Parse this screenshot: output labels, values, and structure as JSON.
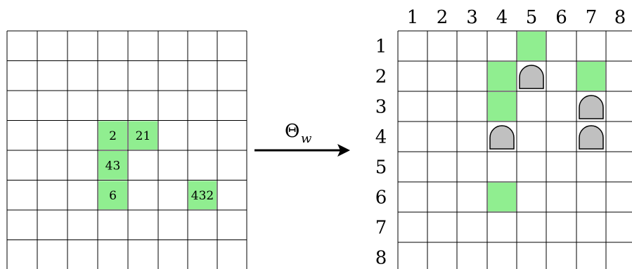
{
  "left_grid": {
    "rows": 8,
    "cols": 8,
    "highlight_color": "#90ee90",
    "cells": [
      {
        "row": 4,
        "col": 4,
        "text": "2"
      },
      {
        "row": 4,
        "col": 5,
        "text": "21"
      },
      {
        "row": 5,
        "col": 4,
        "text": "43"
      },
      {
        "row": 6,
        "col": 4,
        "text": "6"
      },
      {
        "row": 6,
        "col": 7,
        "text": "432"
      }
    ]
  },
  "operator": {
    "symbol": "Θ",
    "subscript": "w"
  },
  "right_grid": {
    "rows": 8,
    "cols": 8,
    "col_labels": [
      "1",
      "2",
      "3",
      "4",
      "5",
      "6",
      "7",
      "8"
    ],
    "row_labels": [
      "1",
      "2",
      "3",
      "4",
      "5",
      "6",
      "7",
      "8"
    ],
    "highlight_color": "#90ee90",
    "highlighted": [
      {
        "row": 1,
        "col": 5
      },
      {
        "row": 2,
        "col": 4
      },
      {
        "row": 2,
        "col": 7
      },
      {
        "row": 3,
        "col": 4
      },
      {
        "row": 6,
        "col": 4
      }
    ],
    "tombstone_color": "#c0c0c0",
    "tombstones": [
      {
        "row": 2,
        "col": 5
      },
      {
        "row": 3,
        "col": 7
      },
      {
        "row": 4,
        "col": 4
      },
      {
        "row": 4,
        "col": 7
      }
    ]
  }
}
